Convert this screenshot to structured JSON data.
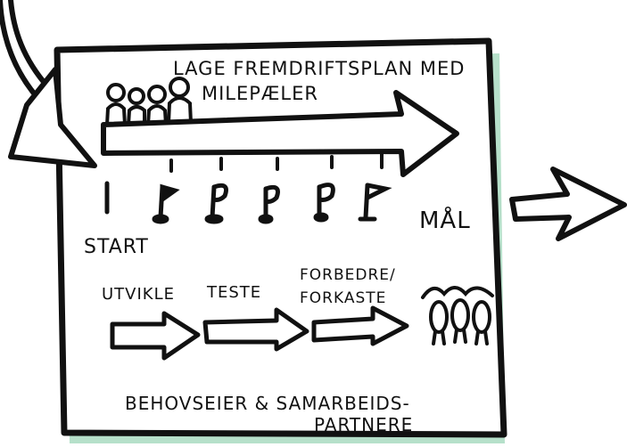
{
  "title": {
    "line1": "LAGE FREMDRIFTSPLAN MED",
    "line2": "MILEPÆLER"
  },
  "timeline": {
    "start_label": "START",
    "goal_label": "MÅL",
    "milestone_count": 6
  },
  "process": {
    "steps": [
      "UTVIKLE",
      "TESTE"
    ],
    "step3_line1": "FORBEDRE/",
    "step3_line2": "FORKASTE"
  },
  "footer": {
    "line1": "BEHOVSEIER & SAMARBEIDS-",
    "line2": "PARTNERE"
  },
  "colors": {
    "ink": "#111111",
    "shadow": "#7fc8a3",
    "paper": "#ffffff"
  }
}
